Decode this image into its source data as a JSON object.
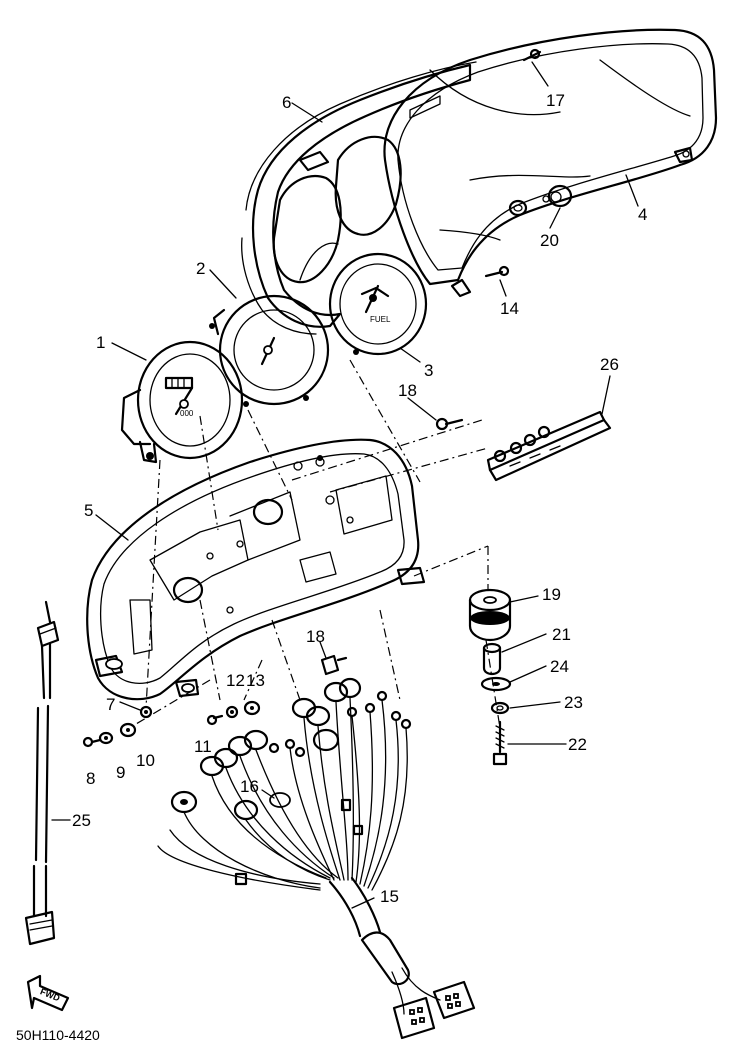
{
  "diagram": {
    "drawing_code": "50H110-4420",
    "direction_label": "FWD",
    "gauge_labels": {
      "fuel": "FUEL",
      "odometer": "000"
    },
    "callouts": [
      {
        "id": "1",
        "text": "1"
      },
      {
        "id": "2",
        "text": "2"
      },
      {
        "id": "3",
        "text": "3"
      },
      {
        "id": "4",
        "text": "4"
      },
      {
        "id": "5",
        "text": "5"
      },
      {
        "id": "6",
        "text": "6"
      },
      {
        "id": "7",
        "text": "7"
      },
      {
        "id": "8",
        "text": "8"
      },
      {
        "id": "9",
        "text": "9"
      },
      {
        "id": "10",
        "text": "10"
      },
      {
        "id": "11",
        "text": "11"
      },
      {
        "id": "12",
        "text": "12"
      },
      {
        "id": "13",
        "text": "13"
      },
      {
        "id": "14",
        "text": "14"
      },
      {
        "id": "15",
        "text": "15"
      },
      {
        "id": "16",
        "text": "16"
      },
      {
        "id": "17",
        "text": "17"
      },
      {
        "id": "18a",
        "text": "18"
      },
      {
        "id": "18b",
        "text": "18"
      },
      {
        "id": "19",
        "text": "19"
      },
      {
        "id": "20",
        "text": "20"
      },
      {
        "id": "21",
        "text": "21"
      },
      {
        "id": "22",
        "text": "22"
      },
      {
        "id": "23",
        "text": "23"
      },
      {
        "id": "24",
        "text": "24"
      },
      {
        "id": "25",
        "text": "25"
      },
      {
        "id": "26",
        "text": "26"
      }
    ]
  }
}
